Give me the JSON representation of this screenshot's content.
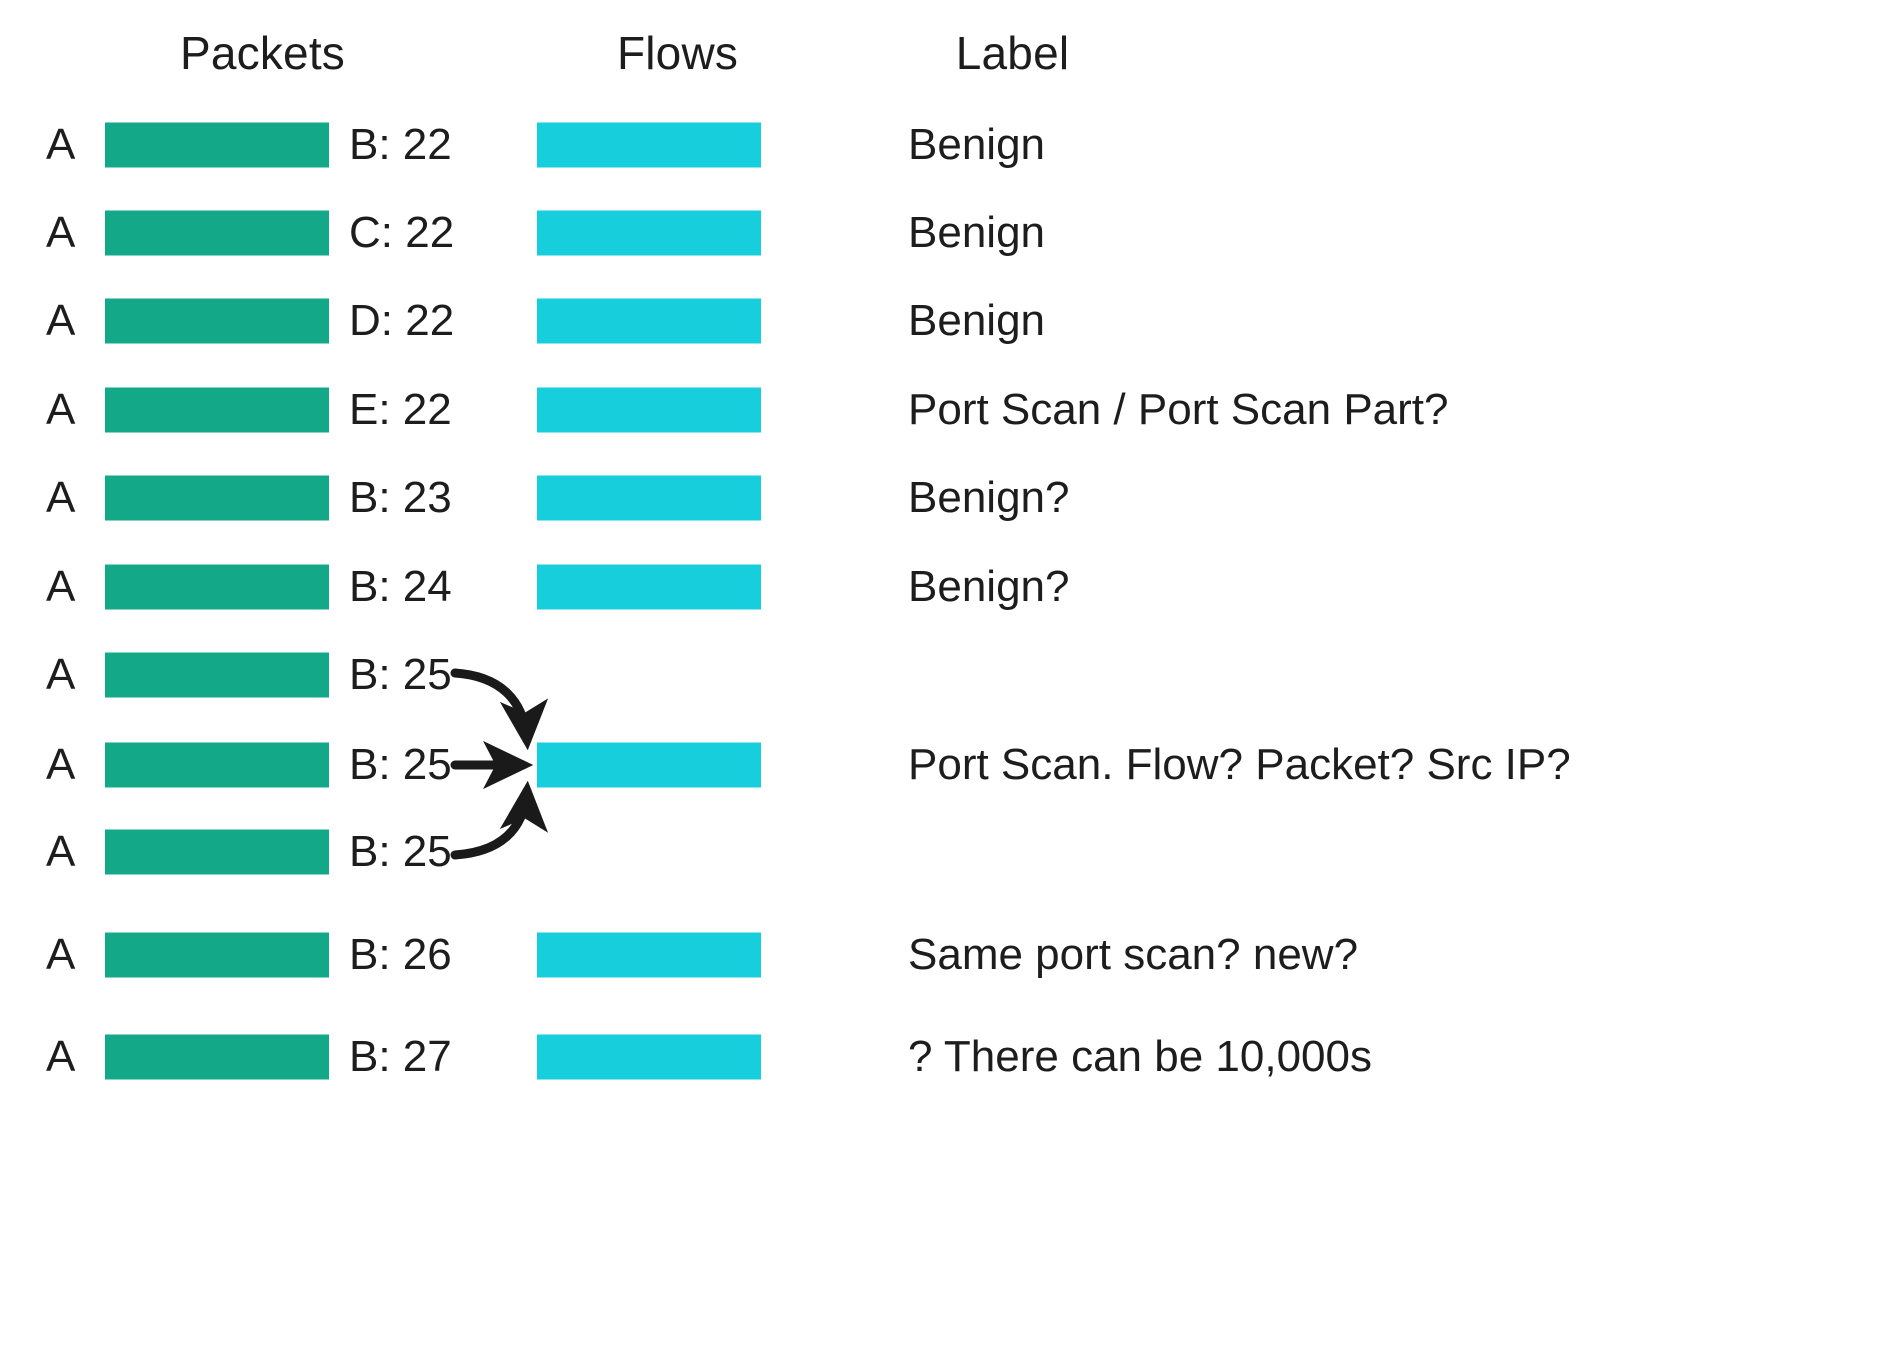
{
  "headers": {
    "packets": "Packets",
    "flows": "Flows",
    "label": "Label"
  },
  "colors": {
    "packet_bar": "#13a887",
    "flow_bar": "#17cedd",
    "text": "#1d1d1d",
    "arrow": "#1a1a1a",
    "background": "#ffffff"
  },
  "rows": [
    {
      "source": "A",
      "has_packet_bar": true,
      "destination": "B: 22",
      "has_flow_bar": true,
      "label": "Benign"
    },
    {
      "source": "A",
      "has_packet_bar": true,
      "destination": "C: 22",
      "has_flow_bar": true,
      "label": "Benign"
    },
    {
      "source": "A",
      "has_packet_bar": true,
      "destination": "D: 22",
      "has_flow_bar": true,
      "label": "Benign"
    },
    {
      "source": "A",
      "has_packet_bar": true,
      "destination": "E: 22",
      "has_flow_bar": true,
      "label": "Port Scan / Port Scan Part?"
    },
    {
      "source": "A",
      "has_packet_bar": true,
      "destination": "B: 23",
      "has_flow_bar": true,
      "label": "Benign?"
    },
    {
      "source": "A",
      "has_packet_bar": true,
      "destination": "B: 24",
      "has_flow_bar": true,
      "label": "Benign?"
    },
    {
      "source": "A",
      "has_packet_bar": true,
      "destination": "B: 25",
      "has_flow_bar": false,
      "label": ""
    },
    {
      "source": "A",
      "has_packet_bar": true,
      "destination": "B: 25",
      "has_flow_bar": true,
      "label": "Port Scan. Flow? Packet? Src IP?"
    },
    {
      "source": "A",
      "has_packet_bar": true,
      "destination": "B: 25",
      "has_flow_bar": false,
      "label": ""
    },
    {
      "source": "A",
      "has_packet_bar": true,
      "destination": "B: 26",
      "has_flow_bar": true,
      "label": "Same port scan? new?"
    },
    {
      "source": "A",
      "has_packet_bar": true,
      "destination": "B: 27",
      "has_flow_bar": true,
      "label": "? There can be 10,000s"
    }
  ],
  "arrows": {
    "description": "Three packet entries B: 25 converge into one flow bar",
    "count": 3,
    "from_rows": [
      7,
      8,
      9
    ],
    "to_row": 8
  }
}
